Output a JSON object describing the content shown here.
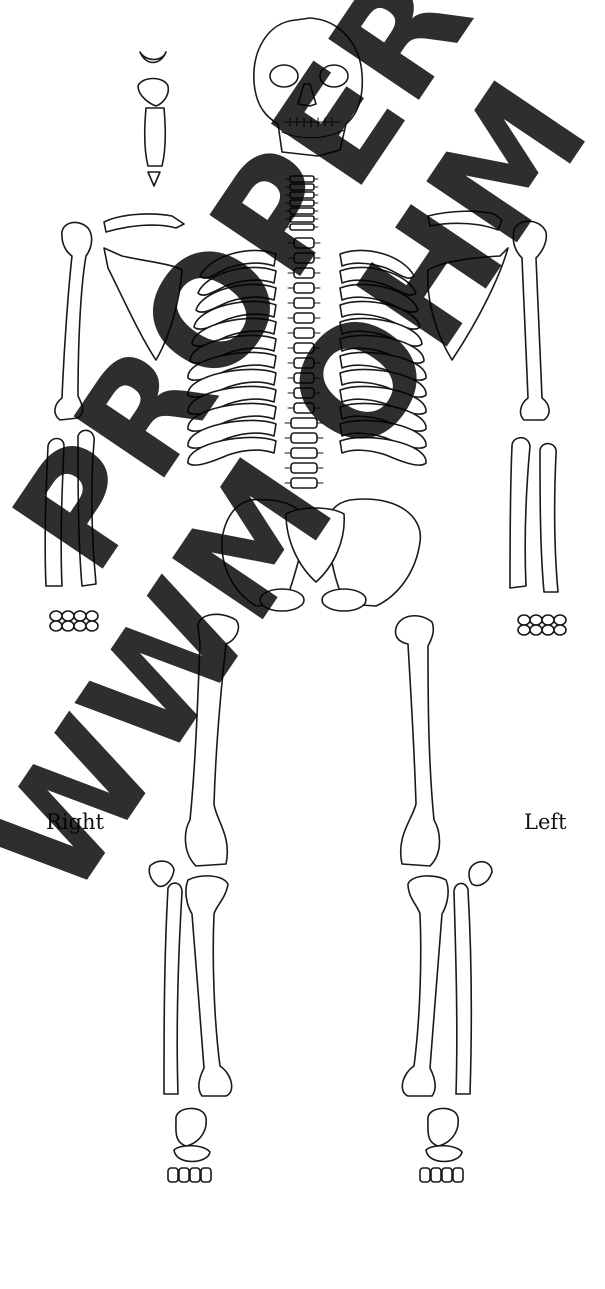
{
  "labels": {
    "right": "Right",
    "left": "Left"
  },
  "watermark": {
    "lines": [
      "PROPERTY OF",
      "WWM OHM"
    ],
    "color": "#000000",
    "opacity": 0.82
  },
  "colors": {
    "bone_stroke": "#1a1a1a",
    "bone_fill": "#ffffff",
    "background": "#ffffff"
  }
}
